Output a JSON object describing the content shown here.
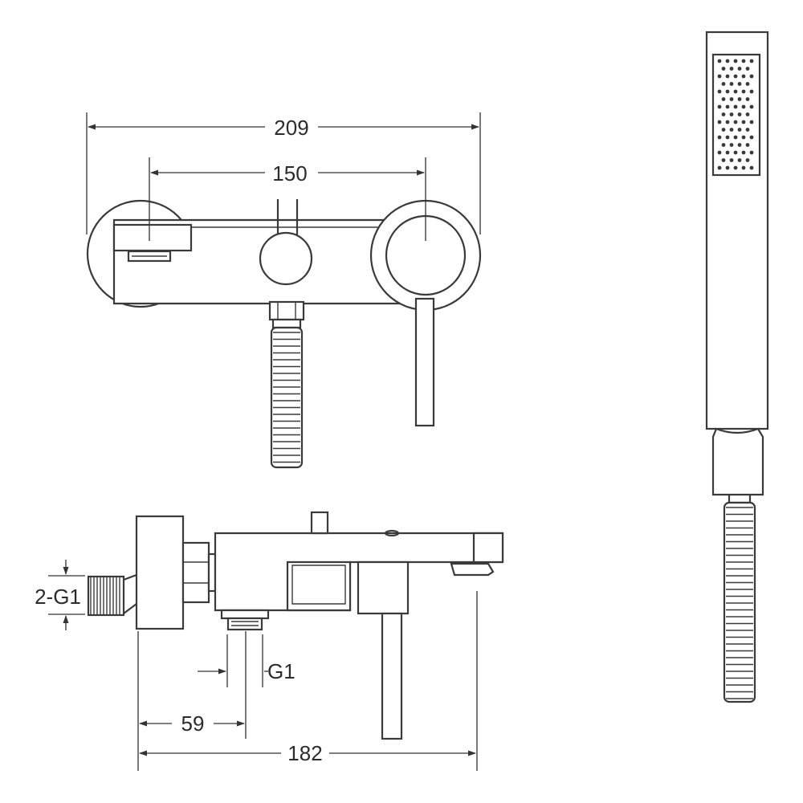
{
  "dimensions": {
    "overall_width": "209",
    "handle_centers": "150",
    "inlet_thread": "2-G1",
    "outlet_thread": "G1",
    "inlet_to_outlet": "59",
    "projection_depth": "182"
  },
  "colors": {
    "line": "#3a3a3a",
    "background": "#ffffff"
  }
}
